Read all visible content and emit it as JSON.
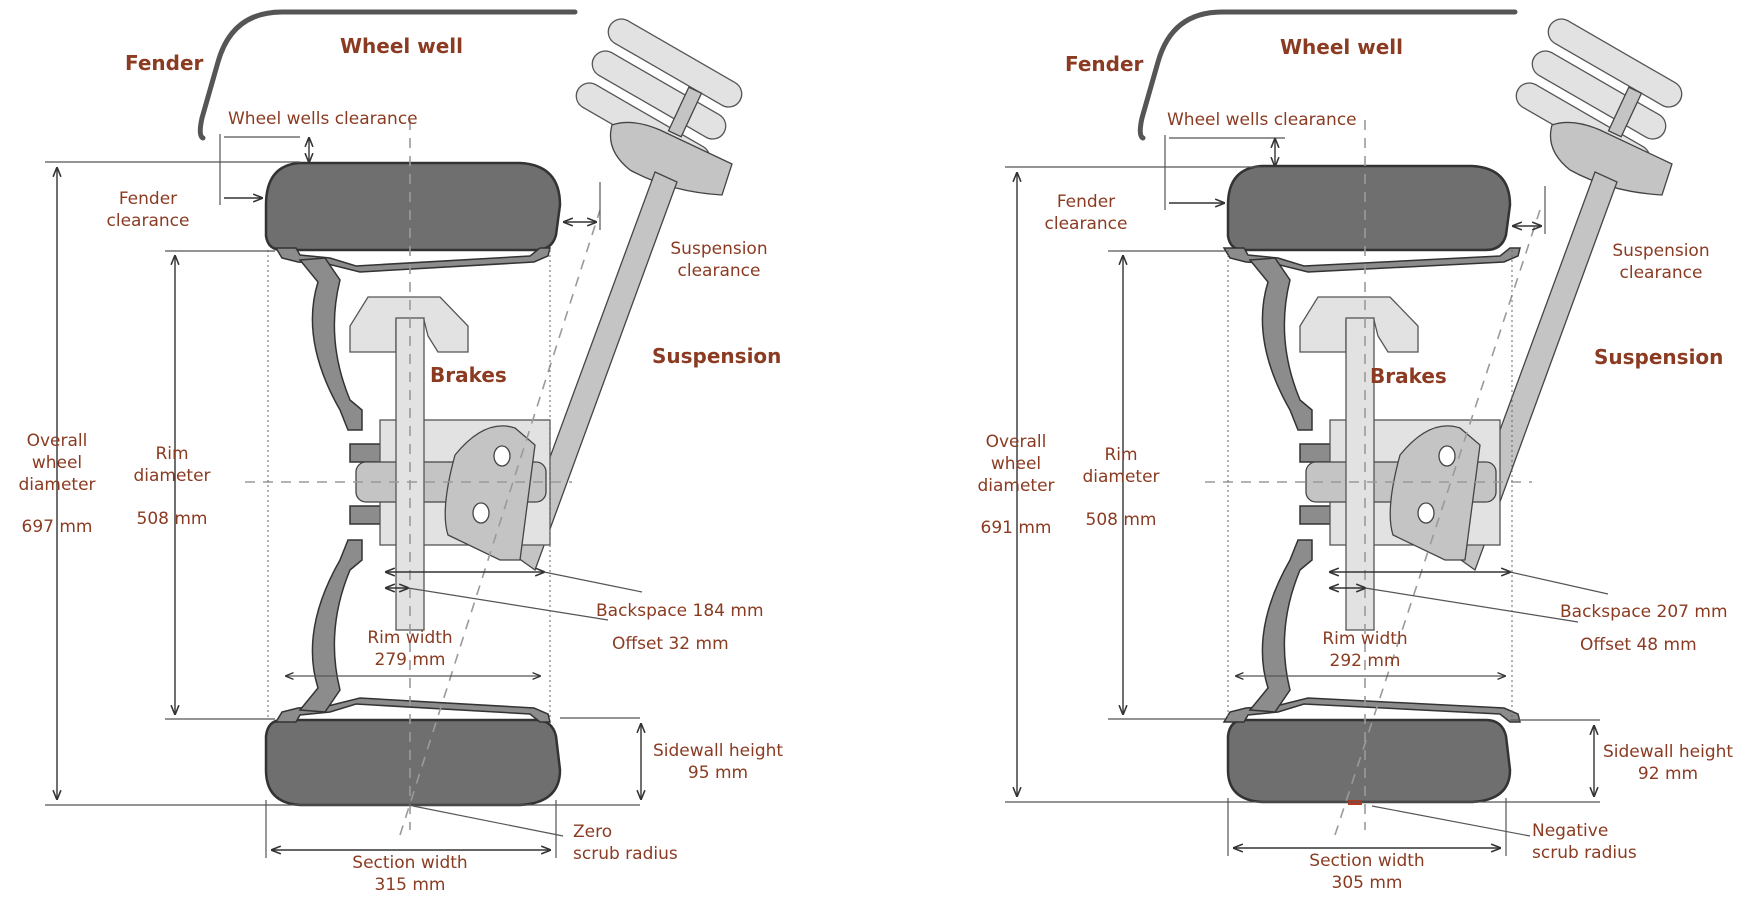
{
  "colors": {
    "label": "#8a3b22",
    "tire": "#6f6f6f",
    "rim": "#8c8c8c",
    "metal_light": "#e2e2e2",
    "metal_mid": "#c4c4c4",
    "scrub_marker": "#b5391d"
  },
  "panels": [
    {
      "id": "left",
      "fender": "Fender",
      "wheel_well": "Wheel well",
      "wheel_wells_clearance": "Wheel wells clearance",
      "fender_clearance_1": "Fender",
      "fender_clearance_2": "clearance",
      "suspension_clearance_1": "Suspension",
      "suspension_clearance_2": "clearance",
      "suspension": "Suspension",
      "brakes": "Brakes",
      "overall_1": "Overall",
      "overall_2": "wheel",
      "overall_3": "diameter",
      "overall_value": "697 mm",
      "rim_diameter_1": "Rim",
      "rim_diameter_2": "diameter",
      "rim_diameter_value": "508 mm",
      "backspace": "Backspace 184 mm",
      "offset": "Offset 32 mm",
      "rim_width_1": "Rim width",
      "rim_width_2": "279 mm",
      "sidewall_1": "Sidewall height",
      "sidewall_2": "95 mm",
      "scrub_1": "Zero",
      "scrub_2": "scrub radius",
      "section_1": "Section width",
      "section_2": "315 mm"
    },
    {
      "id": "right",
      "fender": "Fender",
      "wheel_well": "Wheel well",
      "wheel_wells_clearance": "Wheel wells clearance",
      "fender_clearance_1": "Fender",
      "fender_clearance_2": "clearance",
      "suspension_clearance_1": "Suspension",
      "suspension_clearance_2": "clearance",
      "suspension": "Suspension",
      "brakes": "Brakes",
      "overall_1": "Overall",
      "overall_2": "wheel",
      "overall_3": "diameter",
      "overall_value": "691 mm",
      "rim_diameter_1": "Rim",
      "rim_diameter_2": "diameter",
      "rim_diameter_value": "508 mm",
      "backspace": "Backspace 207 mm",
      "offset": "Offset 48 mm",
      "rim_width_1": "Rim width",
      "rim_width_2": "292 mm",
      "sidewall_1": "Sidewall height",
      "sidewall_2": "92 mm",
      "scrub_1": "Negative",
      "scrub_2": "scrub radius",
      "section_1": "Section width",
      "section_2": "305 mm"
    }
  ]
}
